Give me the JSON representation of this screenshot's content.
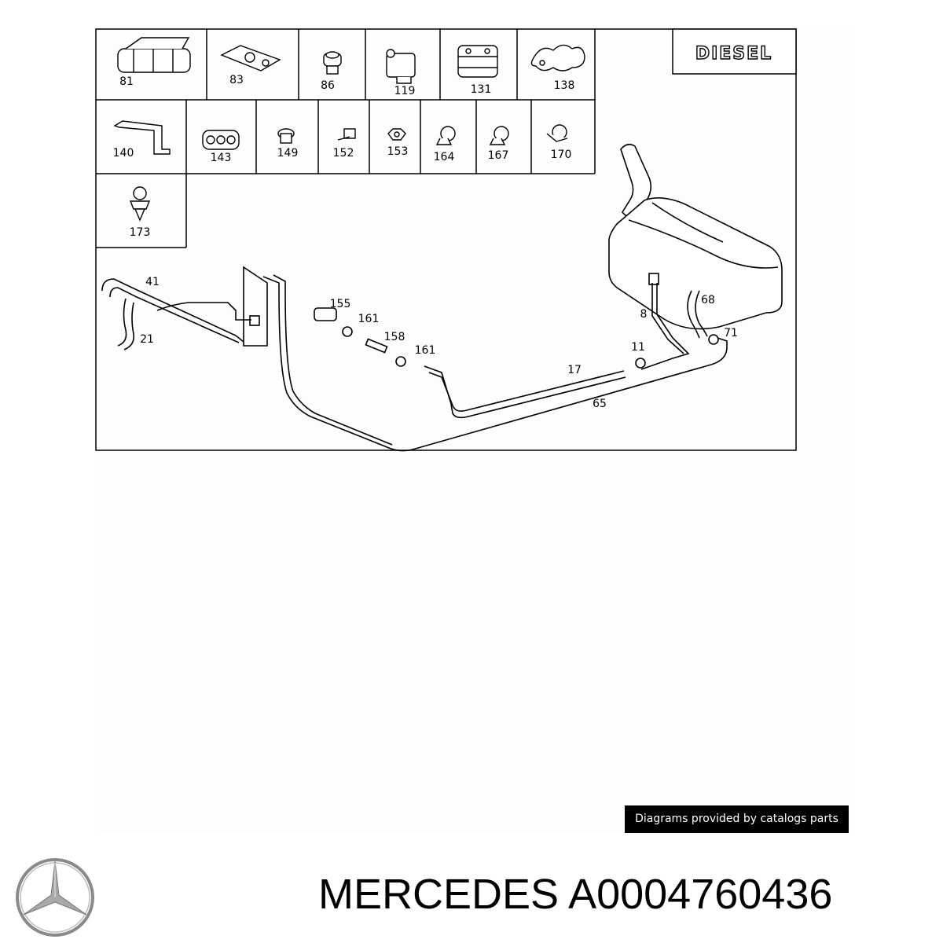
{
  "diesel_badge": "DIESEL",
  "parts_grid": [
    {
      "label": "81",
      "icon": "bracket-icon"
    },
    {
      "label": "83",
      "icon": "clamp-plate-icon"
    },
    {
      "label": "86",
      "icon": "grommet-icon"
    },
    {
      "label": "119",
      "icon": "clip-icon"
    },
    {
      "label": "131",
      "icon": "rubber-block-icon"
    },
    {
      "label": "138",
      "icon": "rubber-block-icon"
    },
    {
      "label": "140",
      "icon": "bracket-icon"
    },
    {
      "label": "143",
      "icon": "triple-holder-icon"
    },
    {
      "label": "149",
      "icon": "grommet-icon"
    },
    {
      "label": "152",
      "icon": "screw-icon"
    },
    {
      "label": "153",
      "icon": "nut-icon"
    },
    {
      "label": "164",
      "icon": "hose-clip-icon"
    },
    {
      "label": "167",
      "icon": "hose-clip-icon"
    },
    {
      "label": "170",
      "icon": "hose-clip-icon"
    },
    {
      "label": "173",
      "icon": "push-clip-icon"
    }
  ],
  "callouts": [
    "41",
    "21",
    "155",
    "161",
    "158",
    "161",
    "8",
    "68",
    "71",
    "11",
    "17",
    "65"
  ],
  "credit": "Diagrams provided by catalogs parts",
  "title": "MERCEDES A0004760436",
  "colors": {
    "line": "#000000",
    "background": "#ffffff",
    "credit_bg": "#000000",
    "credit_text": "#ffffff",
    "logo": "#8a8a8a"
  }
}
